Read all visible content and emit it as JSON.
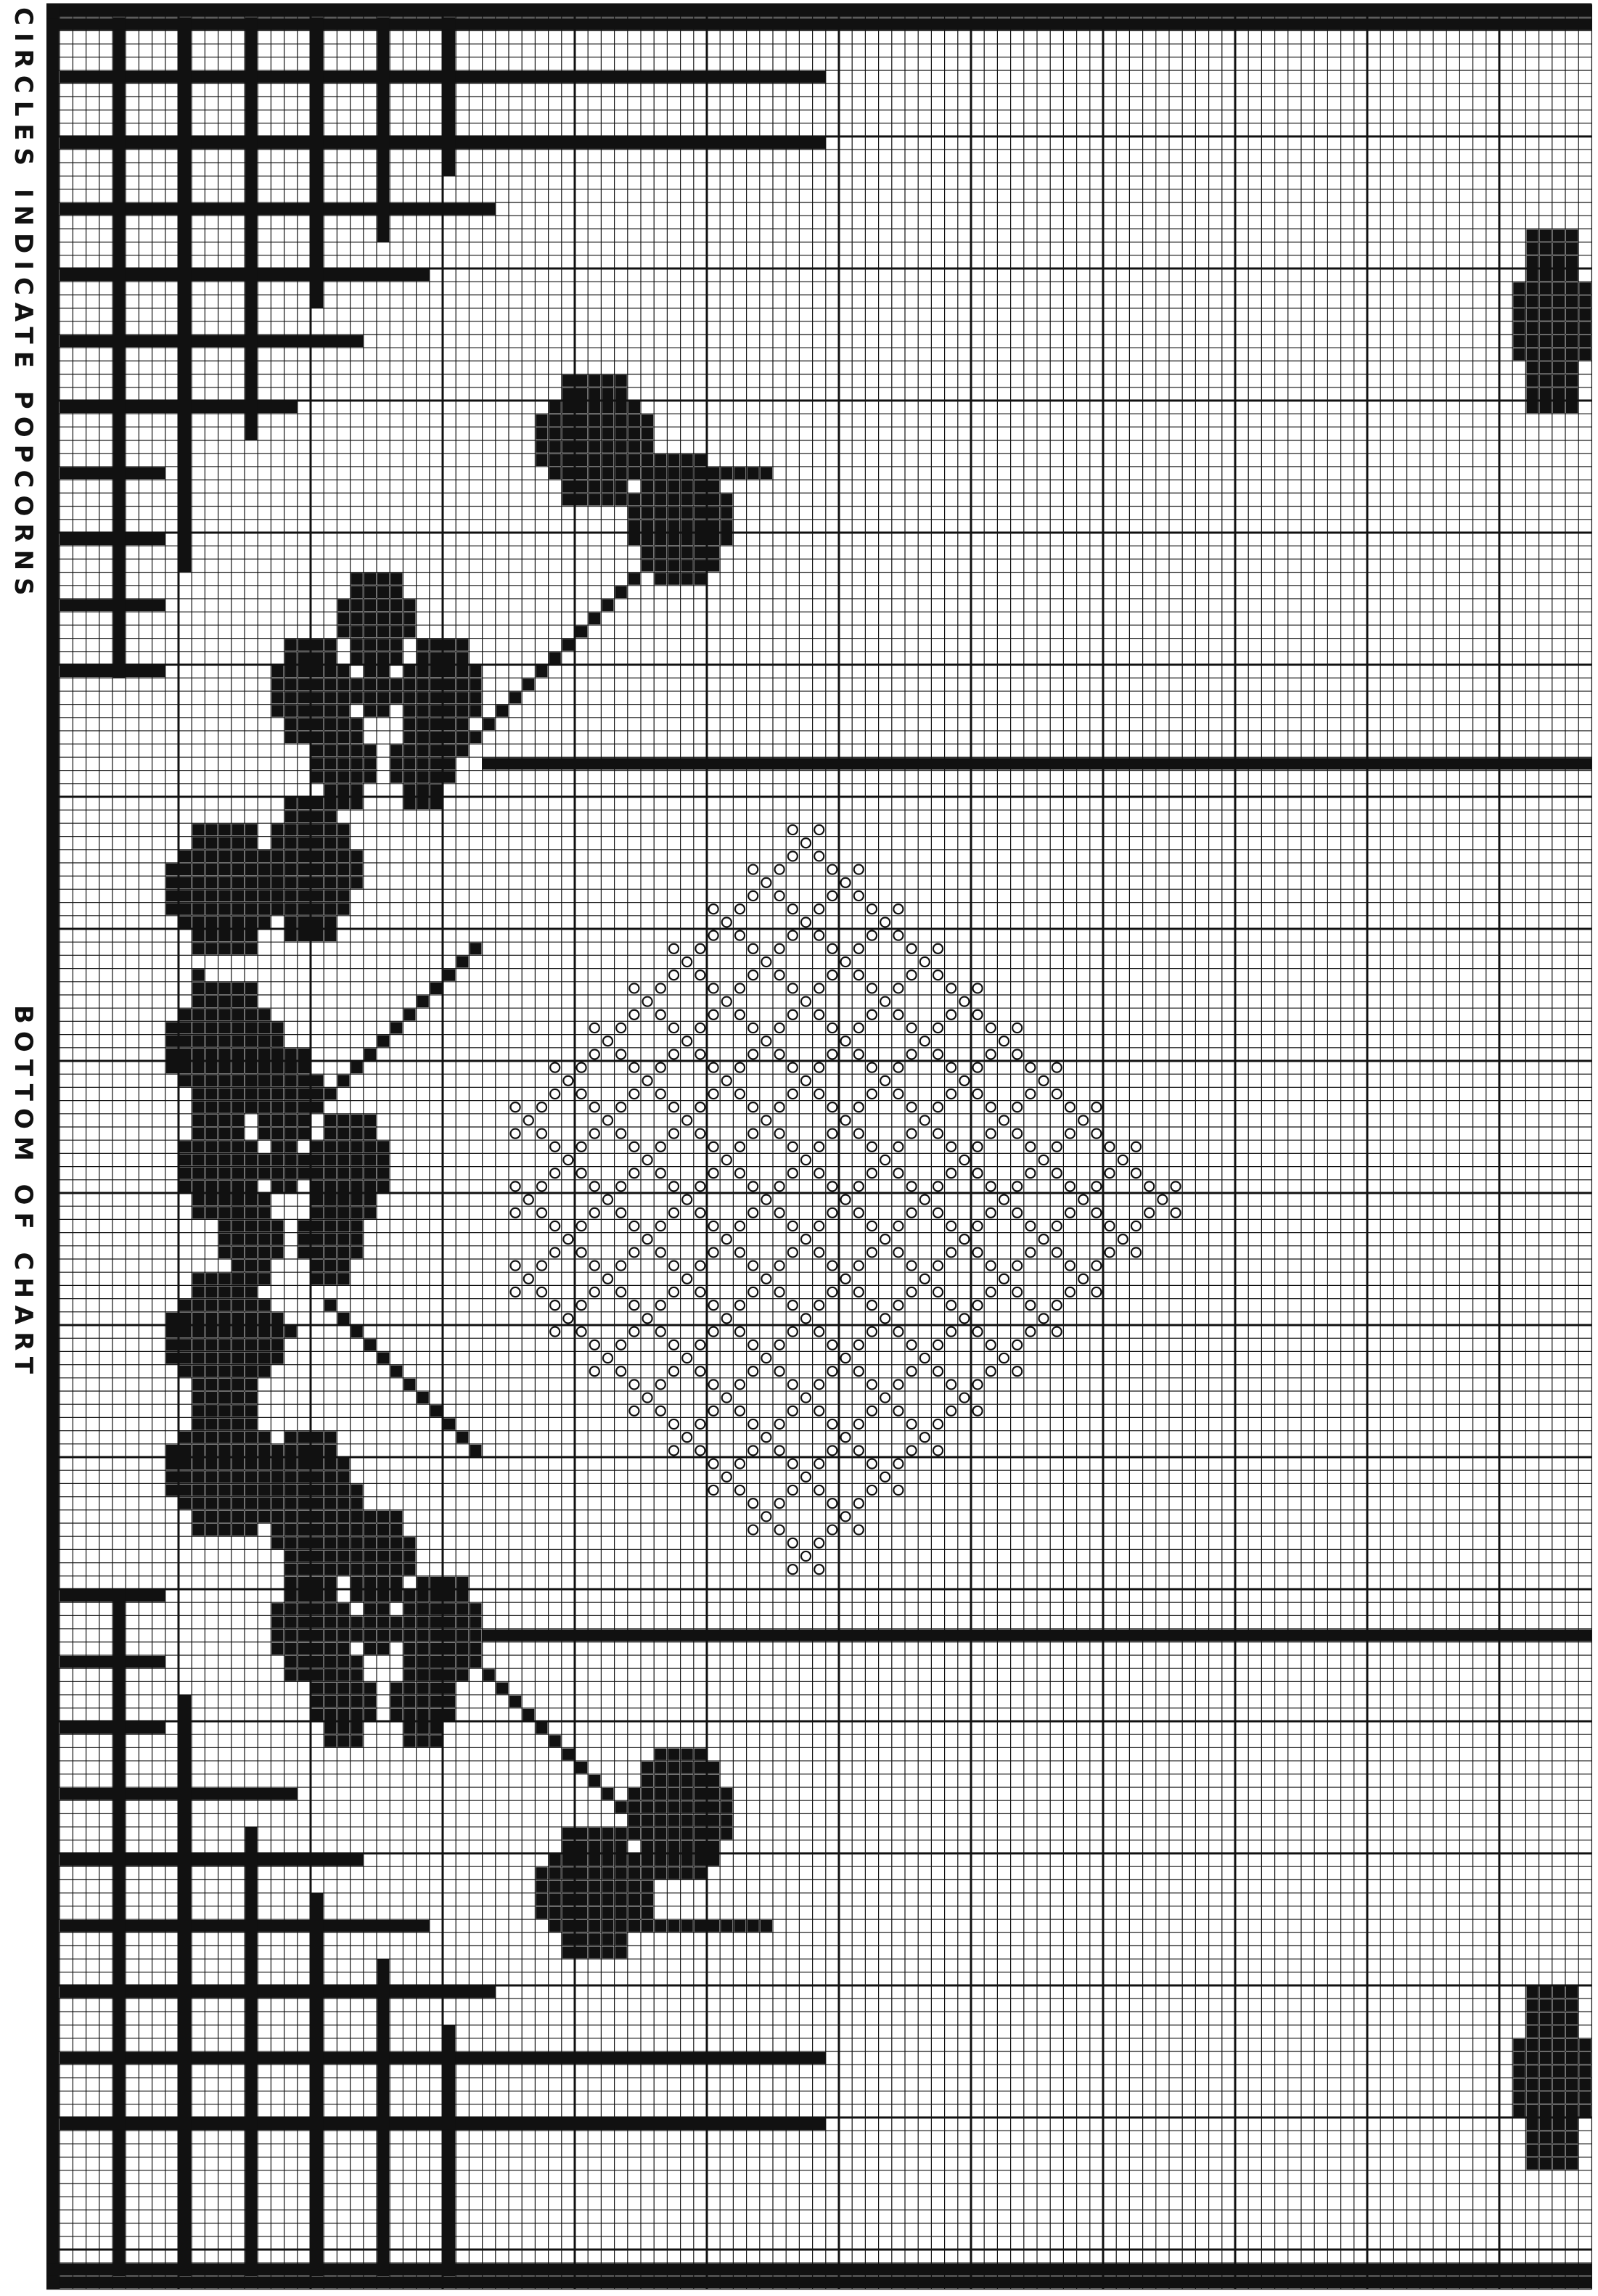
{
  "side_labels": {
    "top": "CIRCLES INDICATE POPCORNS",
    "middle": "BOTTOM OF CHART"
  },
  "colors": {
    "ink": "#111111",
    "paper": "#ffffff"
  },
  "chart": {
    "type": "filet crochet chart",
    "legend_marks": [
      "filled squares",
      "open circles (popcorns)"
    ],
    "motifs": [
      "border frame",
      "lattice of crossing bars (top-left)",
      "lattice of crossing bars (bottom-left)",
      "five-petal flower (top)",
      "five-petal flower (center)",
      "five-petal flower (bottom)",
      "leaf cluster (upper-left)",
      "leaf cluster (lower-left)",
      "leaf cluster (upper-right)",
      "leaf cluster (lower-right)",
      "partial flower (right edge, top)",
      "partial flower (right edge, bottom)",
      "diagonal vine stems",
      "diamond lattice of popcorns inside panel"
    ]
  }
}
